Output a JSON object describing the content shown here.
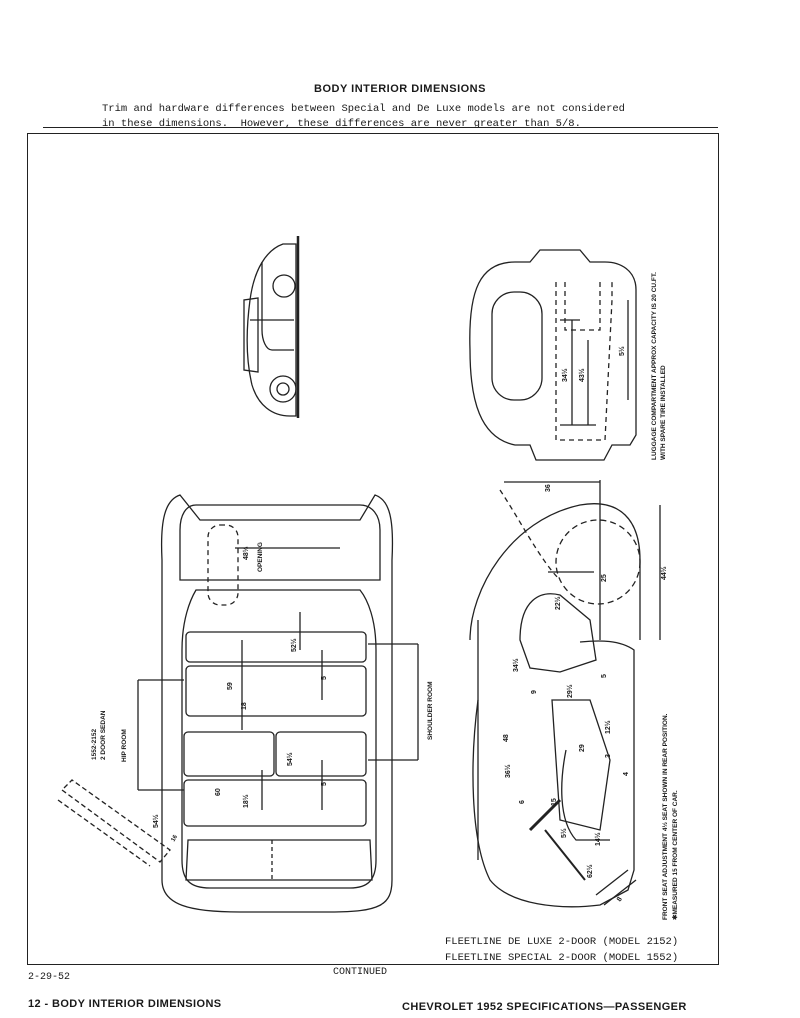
{
  "header": {
    "title": "BODY INTERIOR DIMENSIONS",
    "note_line1": "Trim and hardware differences between Special and De Luxe models are not considered",
    "note_line2": "in these dimensions.  However, these differences are never greater than 5/8."
  },
  "labels": {
    "luggage_note1": "LUGGAGE COMPARTMENT APPROX CAPACITY IS 20 CU.FT.",
    "luggage_note2": "WITH SPARE TIRE INSTALLED",
    "model_code": "1552-2152",
    "body_style": "2 DOOR SEDAN",
    "hip_room": "HIP ROOM",
    "shoulder_room": "SHOULDER ROOM",
    "opening": "OPENING",
    "seat_note1": "FRONT SEAT ADJUSTMENT 4½ SEAT SHOWN IN REAR POSITION.",
    "seat_note2": "✱MEASURED 15 FROM CENTER OF CAR."
  },
  "dimensions": {
    "trunk_height": "34½",
    "trunk_height2": "43½",
    "trunk_depth": "5½",
    "trunk_opening": "48½",
    "rear_shoulder": "52½",
    "rear_hip": "59",
    "rear_cushion": "18",
    "rear_floor": "5",
    "front_seat_width": "54½",
    "front_hip": "60",
    "front_cushion": "18½",
    "front_floor": "5",
    "door_dim": "54½",
    "door_angle": "16",
    "roof_length": "36",
    "side_25": "25",
    "side_44": "44½",
    "side_22": "22½",
    "side_34": "34½",
    "side_9": "9",
    "side_29": "29½",
    "side_5": "5",
    "side_48": "48",
    "side_12": "12½",
    "side_29b": "29",
    "side_3": "3",
    "side_4": "4",
    "side_36": "36½",
    "side_6": "6",
    "side_15": "15",
    "side_14": "14½",
    "side_5b": "5½",
    "side_62": "62½",
    "side_8": "8"
  },
  "caption": {
    "line1": "FLEETLINE DE LUXE 2-DOOR (MODEL 2152)",
    "line2": "FLEETLINE SPECIAL 2-DOOR (MODEL 1552)"
  },
  "footer": {
    "date": "2-29-52",
    "continued": "CONTINUED",
    "left": "12 - BODY INTERIOR DIMENSIONS",
    "right": "CHEVROLET 1952 SPECIFICATIONS—PASSENGER"
  }
}
